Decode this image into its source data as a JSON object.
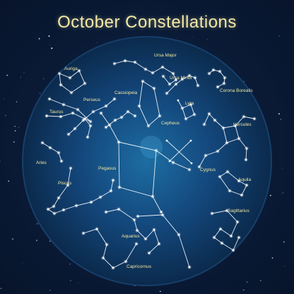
{
  "title": "October Constellations",
  "colors": {
    "background": "#0b1a33",
    "disc_center": "#1c6aa0",
    "disc_edge": "#0b2a4c",
    "line": "#e8eef5",
    "star": "#ffffff",
    "label": "#f1e6a0"
  },
  "constellations": [
    {
      "name": "Auriga",
      "label": "Auriga"
    },
    {
      "name": "Ursa Major",
      "label": "Ursa Major"
    },
    {
      "name": "Ursa Minor",
      "label": "Ursa Minor"
    },
    {
      "name": "Perseus",
      "label": "Perseus"
    },
    {
      "name": "Cassiopeia",
      "label": "Cassiopeia"
    },
    {
      "name": "Taurus",
      "label": "Taurus"
    },
    {
      "name": "Corona Borealis",
      "label": "Corona Borealis"
    },
    {
      "name": "Lyra",
      "label": "Lyra"
    },
    {
      "name": "Cepheus",
      "label": "Cepheus"
    },
    {
      "name": "Hercules",
      "label": "Hercules"
    },
    {
      "name": "Aries",
      "label": "Aries"
    },
    {
      "name": "Pegasus",
      "label": "Pegasus"
    },
    {
      "name": "Cygnus",
      "label": "Cygnus"
    },
    {
      "name": "Aquila",
      "label": "Aquila"
    },
    {
      "name": "Pisces",
      "label": "Pisces"
    },
    {
      "name": "Sagittarius",
      "label": "Sagittarius"
    },
    {
      "name": "Aquarius",
      "label": "Aquarius"
    },
    {
      "name": "Capricornus",
      "label": "Capricornus"
    }
  ]
}
